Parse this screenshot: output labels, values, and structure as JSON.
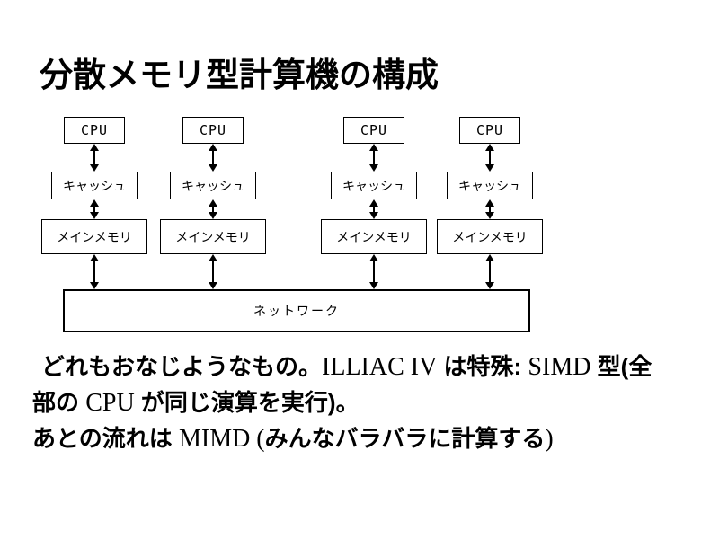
{
  "colors": {
    "background": "#ffffff",
    "ink": "#000000"
  },
  "title": "分散メモリ型計算機の構成",
  "diagram": {
    "columns": [
      {
        "cpu": "CPU",
        "cache": "キャッシュ",
        "memory": "メインメモリ"
      },
      {
        "cpu": "CPU",
        "cache": "キャッシュ",
        "memory": "メインメモリ"
      },
      {
        "cpu": "CPU",
        "cache": "キャッシュ",
        "memory": "メインメモリ"
      },
      {
        "cpu": "CPU",
        "cache": "キャッシュ",
        "memory": "メインメモリ"
      }
    ],
    "network_label": "ネットワーク"
  },
  "notes": {
    "lines": [
      {
        "segments": [
          {
            "text": "どれもおなじようなもの。",
            "lang": "jp"
          },
          {
            "text": "ILLIAC IV",
            "lang": "latin"
          },
          {
            "text": " は特殊: ",
            "lang": "jp"
          },
          {
            "text": "SIMD",
            "lang": "latin"
          },
          {
            "text": " 型(全",
            "lang": "jp"
          }
        ]
      },
      {
        "segments": [
          {
            "text": "部の ",
            "lang": "jp"
          },
          {
            "text": "CPU",
            "lang": "latin"
          },
          {
            "text": " が同じ演算を実行)。",
            "lang": "jp"
          }
        ]
      },
      {
        "segments": [
          {
            "text": "あとの流れは ",
            "lang": "jp"
          },
          {
            "text": "MIMD (",
            "lang": "latin"
          },
          {
            "text": "みんなバラバラに計算する",
            "lang": "jp"
          },
          {
            "text": ")",
            "lang": "latin"
          }
        ]
      }
    ]
  }
}
